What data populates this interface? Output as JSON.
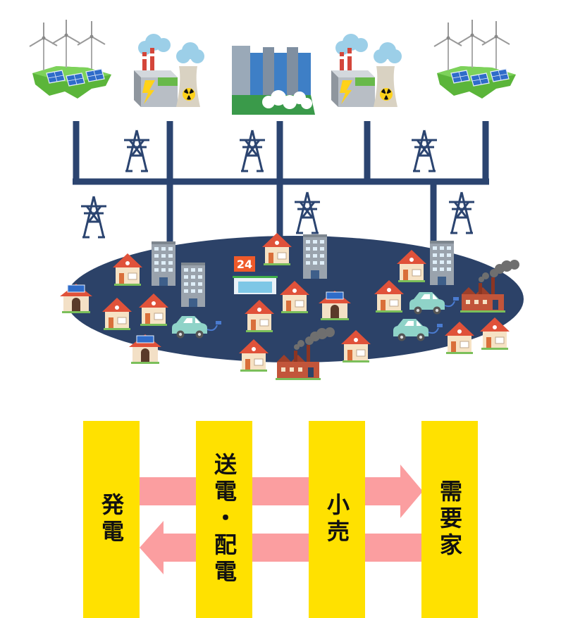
{
  "badge": {
    "store_number": "24"
  },
  "columns": [
    {
      "key": "generation",
      "label": "発電"
    },
    {
      "key": "transmission",
      "label": "送電・配電"
    },
    {
      "key": "retail",
      "label": "小売"
    },
    {
      "key": "consumer",
      "label": "需要家"
    }
  ],
  "flows": [
    {
      "direction": "right",
      "from": "generation",
      "to": "consumer"
    },
    {
      "direction": "left",
      "from": "consumer",
      "to": "generation"
    }
  ],
  "colors": {
    "grid_line": "#2b4470",
    "town_ellipse": "#2c4268",
    "column_fill": "#ffe100",
    "arrow_fill": "#fb9ea0",
    "island_green": "#6fc54a",
    "house_wall": "#f6e2c4",
    "house_roof": "#e0523a",
    "building_gray": "#9aa3ad",
    "car": "#8fd3c8",
    "factory_red": "#c2553a"
  },
  "icons": [
    "wind-turbine-icon",
    "solar-panel-icon",
    "power-plant-icon",
    "nuclear-icon",
    "hydro-dam-icon",
    "pylon-icon",
    "house-icon",
    "office-building-icon",
    "convenience-store-icon",
    "electric-car-icon",
    "factory-icon"
  ]
}
